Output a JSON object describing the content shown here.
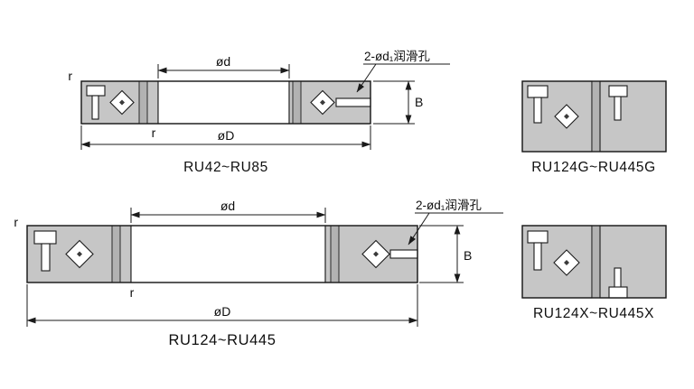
{
  "page": {
    "background": "#ffffff",
    "line_color": "#1a1a1a",
    "ring_fill": "#c6c6c6",
    "band_fill": "#b2b2b2"
  },
  "labels": {
    "inner_diameter": "ød",
    "outer_diameter": "øD",
    "width": "B",
    "fillet_radius": "r",
    "lube_holes": "2-ød₁润滑孔"
  },
  "diagrams": [
    {
      "caption": "RU42~RU85"
    },
    {
      "caption": "RU124G~RU445G"
    },
    {
      "caption": "RU124~RU445"
    },
    {
      "caption": "RU124X~RU445X"
    }
  ]
}
